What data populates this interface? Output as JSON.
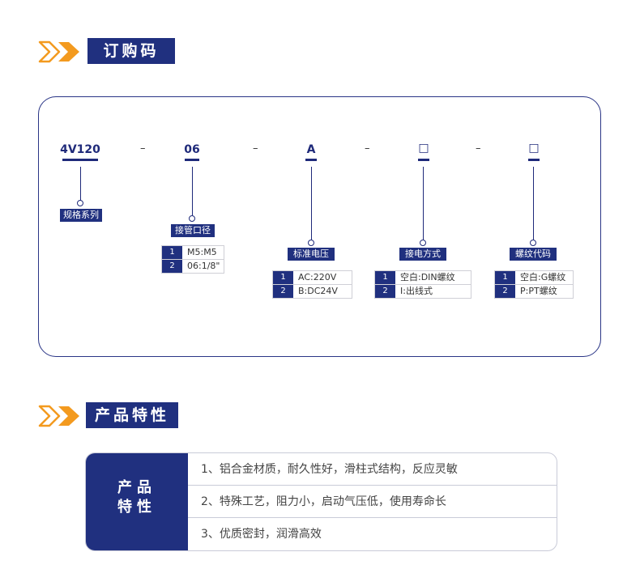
{
  "section1": {
    "title": "订购码"
  },
  "section2": {
    "title": "产品特性"
  },
  "codes": [
    {
      "code": "4V120",
      "label": "规格系列"
    },
    {
      "code": "06",
      "label": "接管口径",
      "options": [
        {
          "num": "1",
          "text": "M5:M5"
        },
        {
          "num": "2",
          "text": "06:1/8\""
        }
      ]
    },
    {
      "code": "A",
      "label": "标准电压",
      "options": [
        {
          "num": "1",
          "text": "AC:220V"
        },
        {
          "num": "2",
          "text": "B:DC24V"
        }
      ]
    },
    {
      "code": "□",
      "label": "接电方式",
      "options": [
        {
          "num": "1",
          "text": "空白:DIN螺纹"
        },
        {
          "num": "2",
          "text": "I:出线式"
        }
      ]
    },
    {
      "code": "□",
      "label": "螺纹代码",
      "options": [
        {
          "num": "1",
          "text": "空白:G螺纹"
        },
        {
          "num": "2",
          "text": "P:PT螺纹"
        }
      ]
    }
  ],
  "separator": "–",
  "features": {
    "label_line1": "产品",
    "label_line2": "特性",
    "items": [
      "1、铝合金材质，耐久性好，滑柱式结构，反应灵敏",
      "2、特殊工艺，阻力小，启动气压低，使用寿命长",
      "3、优质密封，润滑高效"
    ]
  },
  "colors": {
    "navy": "#20307f",
    "orange": "#f39a1f"
  }
}
